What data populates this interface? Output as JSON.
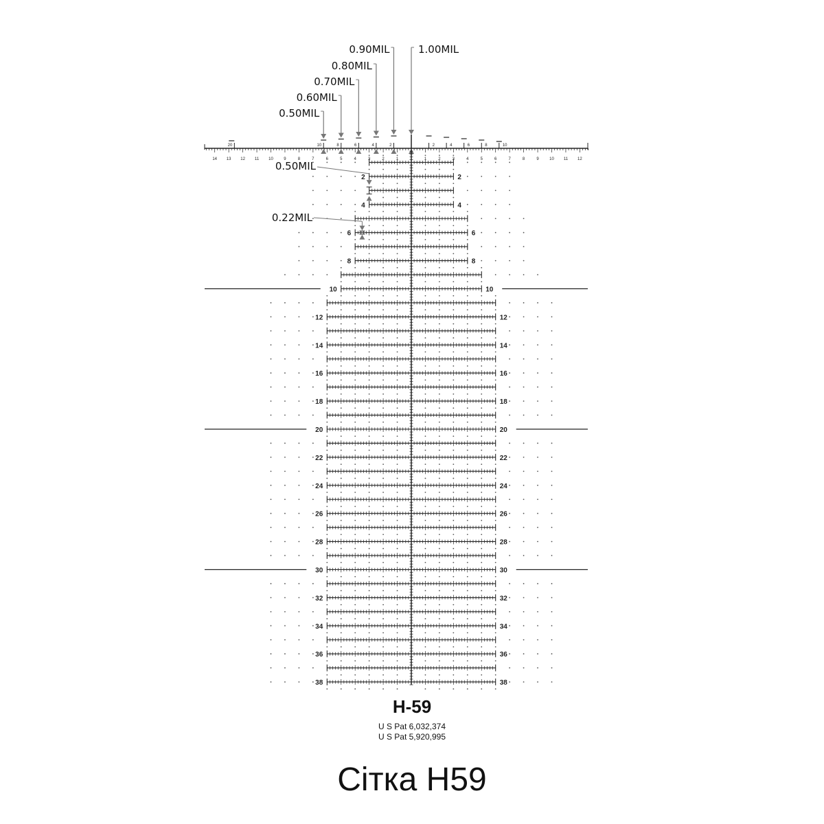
{
  "reticle": {
    "name": "H-59",
    "patents": [
      "U S Pat  6,032,374",
      "U S Pat  5,920,995"
    ],
    "caption": "Сітка H59",
    "hold_labels": [
      "0.50MIL",
      "0.60MIL",
      "0.70MIL",
      "0.80MIL",
      "0.90MIL",
      "1.00MIL"
    ],
    "stadia_labels": [
      "0.50MIL",
      "0.22MIL"
    ],
    "upper_left_numbers": [
      "20",
      "10",
      "8",
      "6",
      "4",
      "2"
    ],
    "upper_right_numbers": [
      "2",
      "4",
      "6",
      "8",
      "10"
    ],
    "lower_left_numbers": [
      "1",
      "2",
      "3",
      "4",
      "5",
      "6",
      "7",
      "8",
      "9",
      "10",
      "11",
      "12",
      "13",
      "14"
    ],
    "lower_right_numbers": [
      "1",
      "2",
      "3",
      "4",
      "5",
      "6",
      "7",
      "8",
      "9",
      "10",
      "11",
      "12"
    ],
    "row_labels": [
      "2",
      "4",
      "6",
      "8",
      "10",
      "12",
      "14",
      "16",
      "18",
      "20",
      "22",
      "24",
      "26",
      "28",
      "30",
      "32",
      "34",
      "36",
      "38"
    ],
    "line_color": "#222222",
    "arrow_color": "#777777"
  }
}
